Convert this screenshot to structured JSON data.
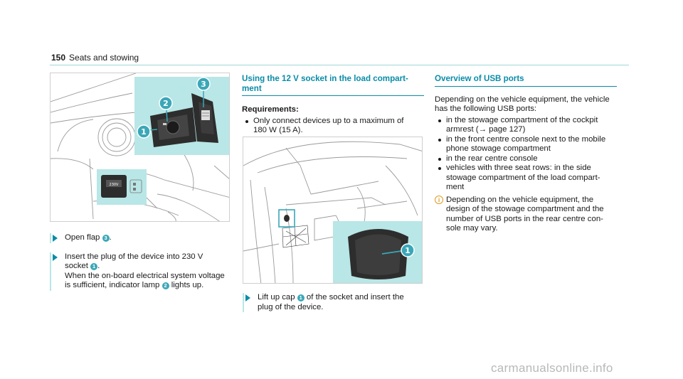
{
  "header": {
    "page_number": "150",
    "section": "Seats and stowing"
  },
  "col1": {
    "steps": [
      {
        "text": "Open flap ",
        "badge": "3",
        "text2": "."
      },
      {
        "line1": "Insert the plug of the device into 230 V",
        "line2a": "socket ",
        "badge": "1",
        "line2b": ".",
        "line3": "When the on-board electrical system voltage",
        "line4a": "is sufficient, indicator lamp ",
        "badge2": "2",
        "line4b": " lights up."
      }
    ]
  },
  "col2": {
    "title_line1": "Using the 12 V socket in the load compart-",
    "title_line2": "ment",
    "requirements_title": "Requirements:",
    "requirements": [
      {
        "line1": "Only connect devices up to a maximum of",
        "line2": "180 W (15 A)."
      }
    ],
    "step": {
      "text1": "Lift up cap ",
      "badge": "1",
      "text2": " of the socket and insert the",
      "line2": "plug of the device."
    }
  },
  "col3": {
    "title": "Overview of USB ports",
    "intro_line1": "Depending on the vehicle equipment, the vehicle",
    "intro_line2": "has the following USB ports:",
    "bullets": [
      {
        "line1": "in the stowage compartment of the cockpit",
        "line2": "armrest (→ page 127)"
      },
      {
        "line1": "in the front centre console next to the mobile",
        "line2": "phone stowage compartment"
      },
      {
        "line1": "in the rear centre console"
      },
      {
        "line1": "vehicles with three seat rows: in the side",
        "line2": "stowage compartment of the load compart-",
        "line3": "ment"
      }
    ],
    "note_icon": "i",
    "note": {
      "line1": "Depending on the vehicle equipment, the",
      "line2": "design of the stowage compartment and the",
      "line3": "number of USB ports in the rear centre con-",
      "line4": "sole may vary."
    }
  },
  "figure1": {
    "callouts": [
      "1",
      "2",
      "3"
    ],
    "switch_label": "230V"
  },
  "figure2": {
    "callouts": [
      "1"
    ]
  },
  "watermark": "carmanualsonline.info",
  "colors": {
    "accent": "#0a8ca8",
    "callout": "#3aa7b8",
    "highlight": "#b9e6e6",
    "note": "#e09a1f"
  }
}
